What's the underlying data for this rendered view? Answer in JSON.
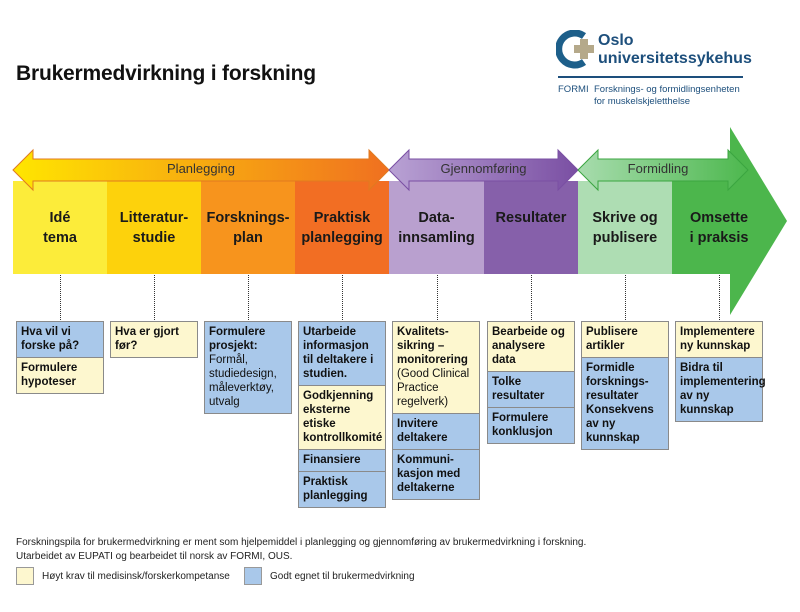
{
  "header": {
    "title": "Brukermedvirkning i forskning"
  },
  "logo": {
    "name_line1": "Oslo",
    "name_line2": "universitetssykehus",
    "unit_short": "FORMI",
    "unit_line1": "Forsknings- og formidlingsenheten",
    "unit_line2": "for muskelskjeletthelse"
  },
  "phases": [
    {
      "label": "Planlegging",
      "color_start": "#ffe600",
      "color_end": "#f07020"
    },
    {
      "label": "Gjennomføring",
      "color_start": "#b9a2d4",
      "color_end": "#7a4fa3"
    },
    {
      "label": "Formidling",
      "color_start": "#a8dcae",
      "color_end": "#4db84e"
    }
  ],
  "steps": [
    {
      "line1": "Idé",
      "line2": "tema",
      "color": "#fcec3a"
    },
    {
      "line1": "Litteratur-",
      "line2": "studie",
      "color": "#fdd20c"
    },
    {
      "line1": "Forsknings-",
      "line2": "plan",
      "color": "#f7941d"
    },
    {
      "line1": "Praktisk",
      "line2": "planlegging",
      "color": "#f26e23"
    },
    {
      "line1": "Data-",
      "line2": "innsamling",
      "color": "#b9a0cf"
    },
    {
      "line1": "Resultater",
      "line2": "",
      "color": "#8660aa"
    },
    {
      "line1": "Skrive og",
      "line2": "publisere",
      "color": "#aeddb3"
    },
    {
      "line1": "Omsette",
      "line2": "i praksis",
      "color": "#4cb64c"
    }
  ],
  "stacks": [
    [
      {
        "type": "b",
        "bold": "Hva vil vi forske på?",
        "normal": ""
      },
      {
        "type": "y",
        "bold": "Formulere hypoteser",
        "normal": ""
      }
    ],
    [
      {
        "type": "y",
        "bold": "Hva er gjort før?",
        "normal": ""
      }
    ],
    [
      {
        "type": "b",
        "bold": "Formulere prosjekt:",
        "normal": "Formål, studiedesign, måleverktøy, utvalg"
      }
    ],
    [
      {
        "type": "b",
        "bold": "Utarbeide informasjon til deltakere i studien.",
        "normal": ""
      },
      {
        "type": "y",
        "bold": "Godkjenning eksterne etiske kontrollkomité",
        "normal": ""
      },
      {
        "type": "b",
        "bold": "Finansiere",
        "normal": ""
      },
      {
        "type": "b",
        "bold": "Praktisk planlegging",
        "normal": ""
      }
    ],
    [
      {
        "type": "y",
        "bold": "Kvalitets-sikring – monitorering",
        "normal": "(Good Clinical Practice regelverk)"
      },
      {
        "type": "b",
        "bold": "Invitere deltakere",
        "normal": ""
      },
      {
        "type": "b",
        "bold": "Kommuni-kasjon med deltakerne",
        "normal": ""
      }
    ],
    [
      {
        "type": "y",
        "bold": "Bearbeide og analysere data",
        "normal": ""
      },
      {
        "type": "b",
        "bold": "Tolke resultater",
        "normal": ""
      },
      {
        "type": "b",
        "bold": "Formulere konklusjon",
        "normal": ""
      }
    ],
    [
      {
        "type": "y",
        "bold": "Publisere artikler",
        "normal": ""
      },
      {
        "type": "b",
        "bold": "Formidle forsknings-resultater Konsekvens av ny kunnskap",
        "normal": ""
      }
    ],
    [
      {
        "type": "y",
        "bold": "Implementere ny kunnskap",
        "normal": ""
      },
      {
        "type": "b",
        "bold": "Bidra til implementering av ny kunnskap",
        "normal": ""
      }
    ]
  ],
  "footer": {
    "line1": "Forskningspila for brukermedvirkning er ment som hjelpemiddel i planlegging og gjennomføring av brukermedvirkning i forskning.",
    "line2": "Utarbeidet av EUPATI og bearbeidet til norsk av FORMI, OUS."
  },
  "legend": [
    {
      "label": "Høyt krav til medisinsk/forskerkompetanse",
      "color": "#fdf7cf"
    },
    {
      "label": "Godt egnet til brukermedvirkning",
      "color": "#a9c8ea"
    }
  ]
}
